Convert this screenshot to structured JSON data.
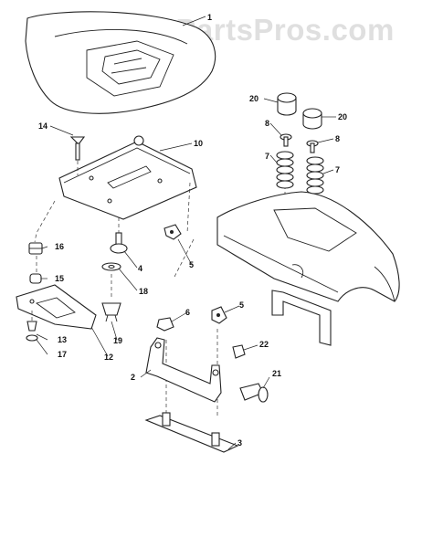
{
  "watermark": "AppliancePartsPros.com",
  "callouts": [
    {
      "id": "1"
    },
    {
      "id": "2"
    },
    {
      "id": "3"
    },
    {
      "id": "4"
    },
    {
      "id": "5"
    },
    {
      "id": "5"
    },
    {
      "id": "6"
    },
    {
      "id": "7"
    },
    {
      "id": "7"
    },
    {
      "id": "8"
    },
    {
      "id": "8"
    },
    {
      "id": "10"
    },
    {
      "id": "12"
    },
    {
      "id": "13"
    },
    {
      "id": "14"
    },
    {
      "id": "15"
    },
    {
      "id": "16"
    },
    {
      "id": "17"
    },
    {
      "id": "18"
    },
    {
      "id": "19"
    },
    {
      "id": "20"
    },
    {
      "id": "20"
    },
    {
      "id": "21"
    },
    {
      "id": "22"
    }
  ]
}
